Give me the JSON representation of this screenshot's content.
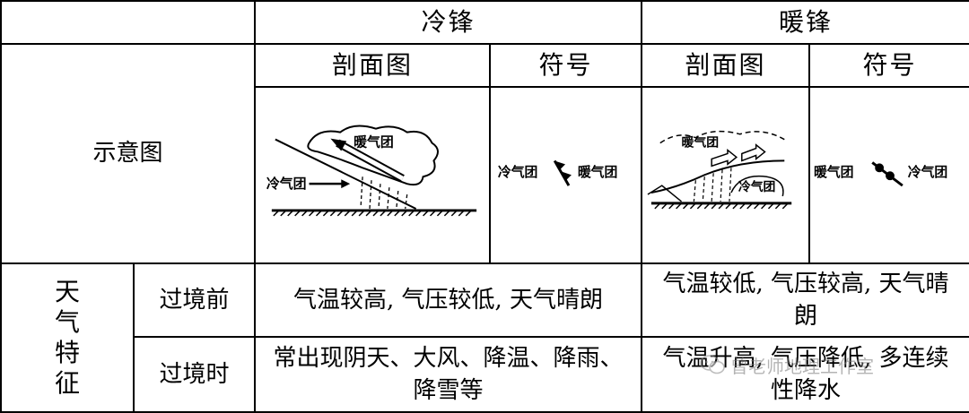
{
  "headers": {
    "cold_front": "冷锋",
    "warm_front": "暖锋",
    "cross_section": "剖面图",
    "symbol": "符号"
  },
  "rows": {
    "diagram_label": "示意图",
    "weather_label_chars": [
      "天",
      "气",
      "特",
      "征"
    ],
    "before_label": "过境前",
    "during_label": "过境时"
  },
  "cold_front": {
    "before": "气温较高, 气压较低, 天气晴朗",
    "during": "常出现阴天、大风、降温、降雨、降雪等",
    "diagram": {
      "warm_mass": "暖气团",
      "cold_mass": "冷气团"
    },
    "symbol": {
      "left": "冷气团",
      "right": "暖气团"
    }
  },
  "warm_front": {
    "before": "气温较低, 气压较高, 天气晴朗",
    "during": "气温升高, 气压降低, 多连续性降水",
    "diagram": {
      "warm_mass": "暖气团",
      "cold_mass": "冷气团"
    },
    "symbol": {
      "left": "暖气团",
      "right": "冷气团"
    }
  },
  "watermark": "曾老师地理工作室",
  "icons": [
    "wechat-icon",
    "triangle-front-icon",
    "semicircle-front-icon"
  ]
}
